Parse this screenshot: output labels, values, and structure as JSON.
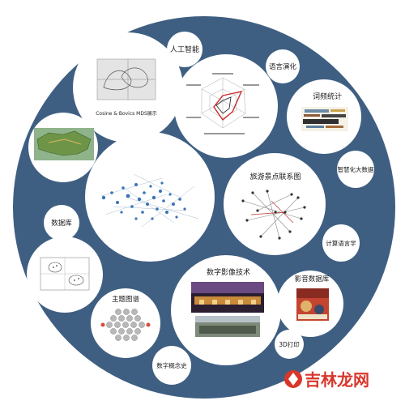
{
  "labels": {
    "ai": "人工智能",
    "lang_evolution": "语言演化",
    "word_freq": "词频统计",
    "smart_data": "智慧化大数据",
    "tourism_graph": "旅游景点联系图",
    "comp_linguistics": "计算语言学",
    "video_db": "影音数据库",
    "printing_3d": "3D打印",
    "digital_imaging": "数字影像技术",
    "topic_map": "主题图谱",
    "digital_concept_history": "数字概念史",
    "database": "数据库",
    "mds_caption": "Cosine & Bovics MDS展示"
  },
  "watermark": {
    "text": "吉林龙网",
    "color": "#d9362b"
  },
  "colors": {
    "ring": "#3f5f82",
    "bubble": "#ffffff",
    "node": "#3a72b5",
    "edge": "#9bb0c8"
  }
}
